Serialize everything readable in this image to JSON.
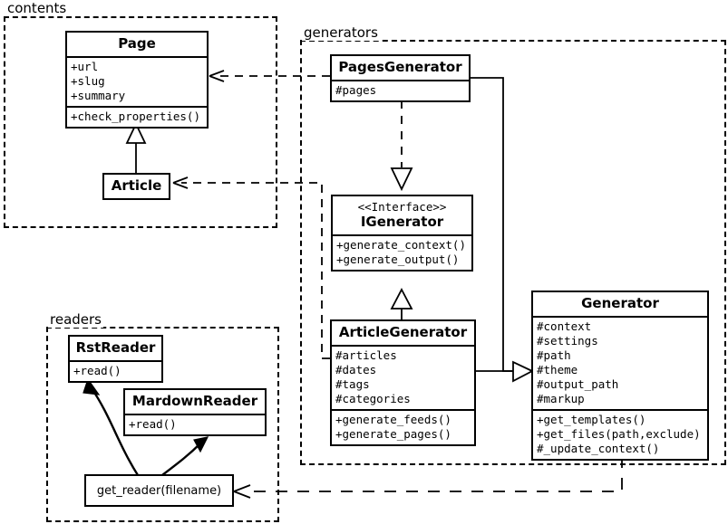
{
  "diagram": {
    "title": "Pelican UML class diagram",
    "background": "#ffffff",
    "line_color": "#000000"
  },
  "packages": [
    {
      "id": "contents",
      "label": "contents"
    },
    {
      "id": "generators",
      "label": "generators"
    },
    {
      "id": "readers",
      "label": "readers"
    }
  ],
  "classes": {
    "page": {
      "name": "Page",
      "attributes": [
        "+url",
        "+slug",
        "+summary"
      ],
      "methods": [
        "+check_properties()"
      ]
    },
    "article": {
      "name": "Article",
      "attributes": [],
      "methods": []
    },
    "pages_generator": {
      "name": "PagesGenerator",
      "attributes": [
        "#pages"
      ],
      "methods": []
    },
    "igenerator": {
      "stereotype": "<<Interface>>",
      "name": "IGenerator",
      "attributes": [],
      "methods": [
        "+generate_context()",
        "+generate_output()"
      ]
    },
    "article_generator": {
      "name": "ArticleGenerator",
      "attributes": [
        "#articles",
        "#dates",
        "#tags",
        "#categories"
      ],
      "methods": [
        "+generate_feeds()",
        "+generate_pages()"
      ]
    },
    "generator": {
      "name": "Generator",
      "attributes": [
        "#context",
        "#settings",
        "#path",
        "#theme",
        "#output_path",
        "#markup"
      ],
      "methods": [
        "+get_templates()",
        "+get_files(path,exclude)",
        "#_update_context()"
      ]
    },
    "rst_reader": {
      "name": "RstReader",
      "attributes": [],
      "methods": [
        "+read()"
      ]
    },
    "mardown_reader": {
      "name": "MardownReader",
      "attributes": [],
      "methods": [
        "+read()"
      ]
    },
    "get_reader": {
      "name": "get_reader(filename)"
    }
  },
  "relationships": [
    {
      "from": "pages_generator",
      "to": "page",
      "type": "dependency",
      "style": "dashed-open-arrow"
    },
    {
      "from": "article_generator",
      "to": "article",
      "type": "dependency",
      "style": "dashed-open-arrow"
    },
    {
      "from": "article",
      "to": "page",
      "type": "inheritance",
      "style": "solid-hollow-triangle"
    },
    {
      "from": "pages_generator",
      "to": "igenerator",
      "type": "realization",
      "style": "dashed-hollow-triangle"
    },
    {
      "from": "article_generator",
      "to": "igenerator",
      "type": "inheritance",
      "style": "solid-hollow-triangle"
    },
    {
      "from": "pages_generator",
      "to": "generator",
      "type": "inheritance",
      "style": "solid-hollow-triangle"
    },
    {
      "from": "article_generator",
      "to": "generator",
      "type": "inheritance",
      "style": "solid-hollow-triangle"
    },
    {
      "from": "generator",
      "to": "get_reader",
      "type": "dependency",
      "style": "dashed-open-arrow"
    },
    {
      "from": "get_reader",
      "to": "rst_reader",
      "type": "creates",
      "style": "curved-solid-arrow"
    },
    {
      "from": "get_reader",
      "to": "mardown_reader",
      "type": "creates",
      "style": "curved-solid-arrow"
    }
  ]
}
